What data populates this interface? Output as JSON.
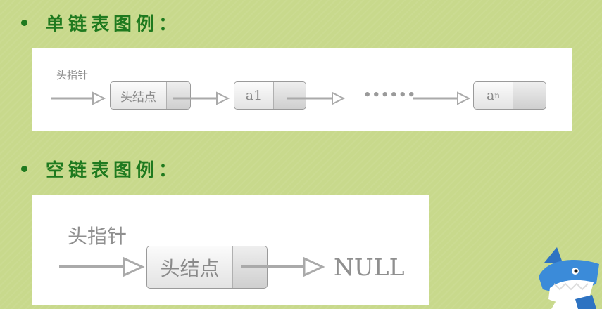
{
  "headings": {
    "singly": "单链表图例：",
    "empty": "空链表图例："
  },
  "diagram1": {
    "head_pointer": "头指针",
    "head_node": "头结点",
    "node1": "a1",
    "ellipsis": "••••••",
    "node_n_base": "a",
    "node_n_sub": "n"
  },
  "diagram2": {
    "head_pointer": "头指针",
    "head_node": "头结点",
    "null_label": "NULL"
  },
  "colors": {
    "heading": "#1f7a1f",
    "background": "#c8d98c",
    "node_border": "#9a9a9a",
    "label": "#8f8f8f"
  },
  "decoration": {
    "icon": "shark-mascot-icon"
  }
}
